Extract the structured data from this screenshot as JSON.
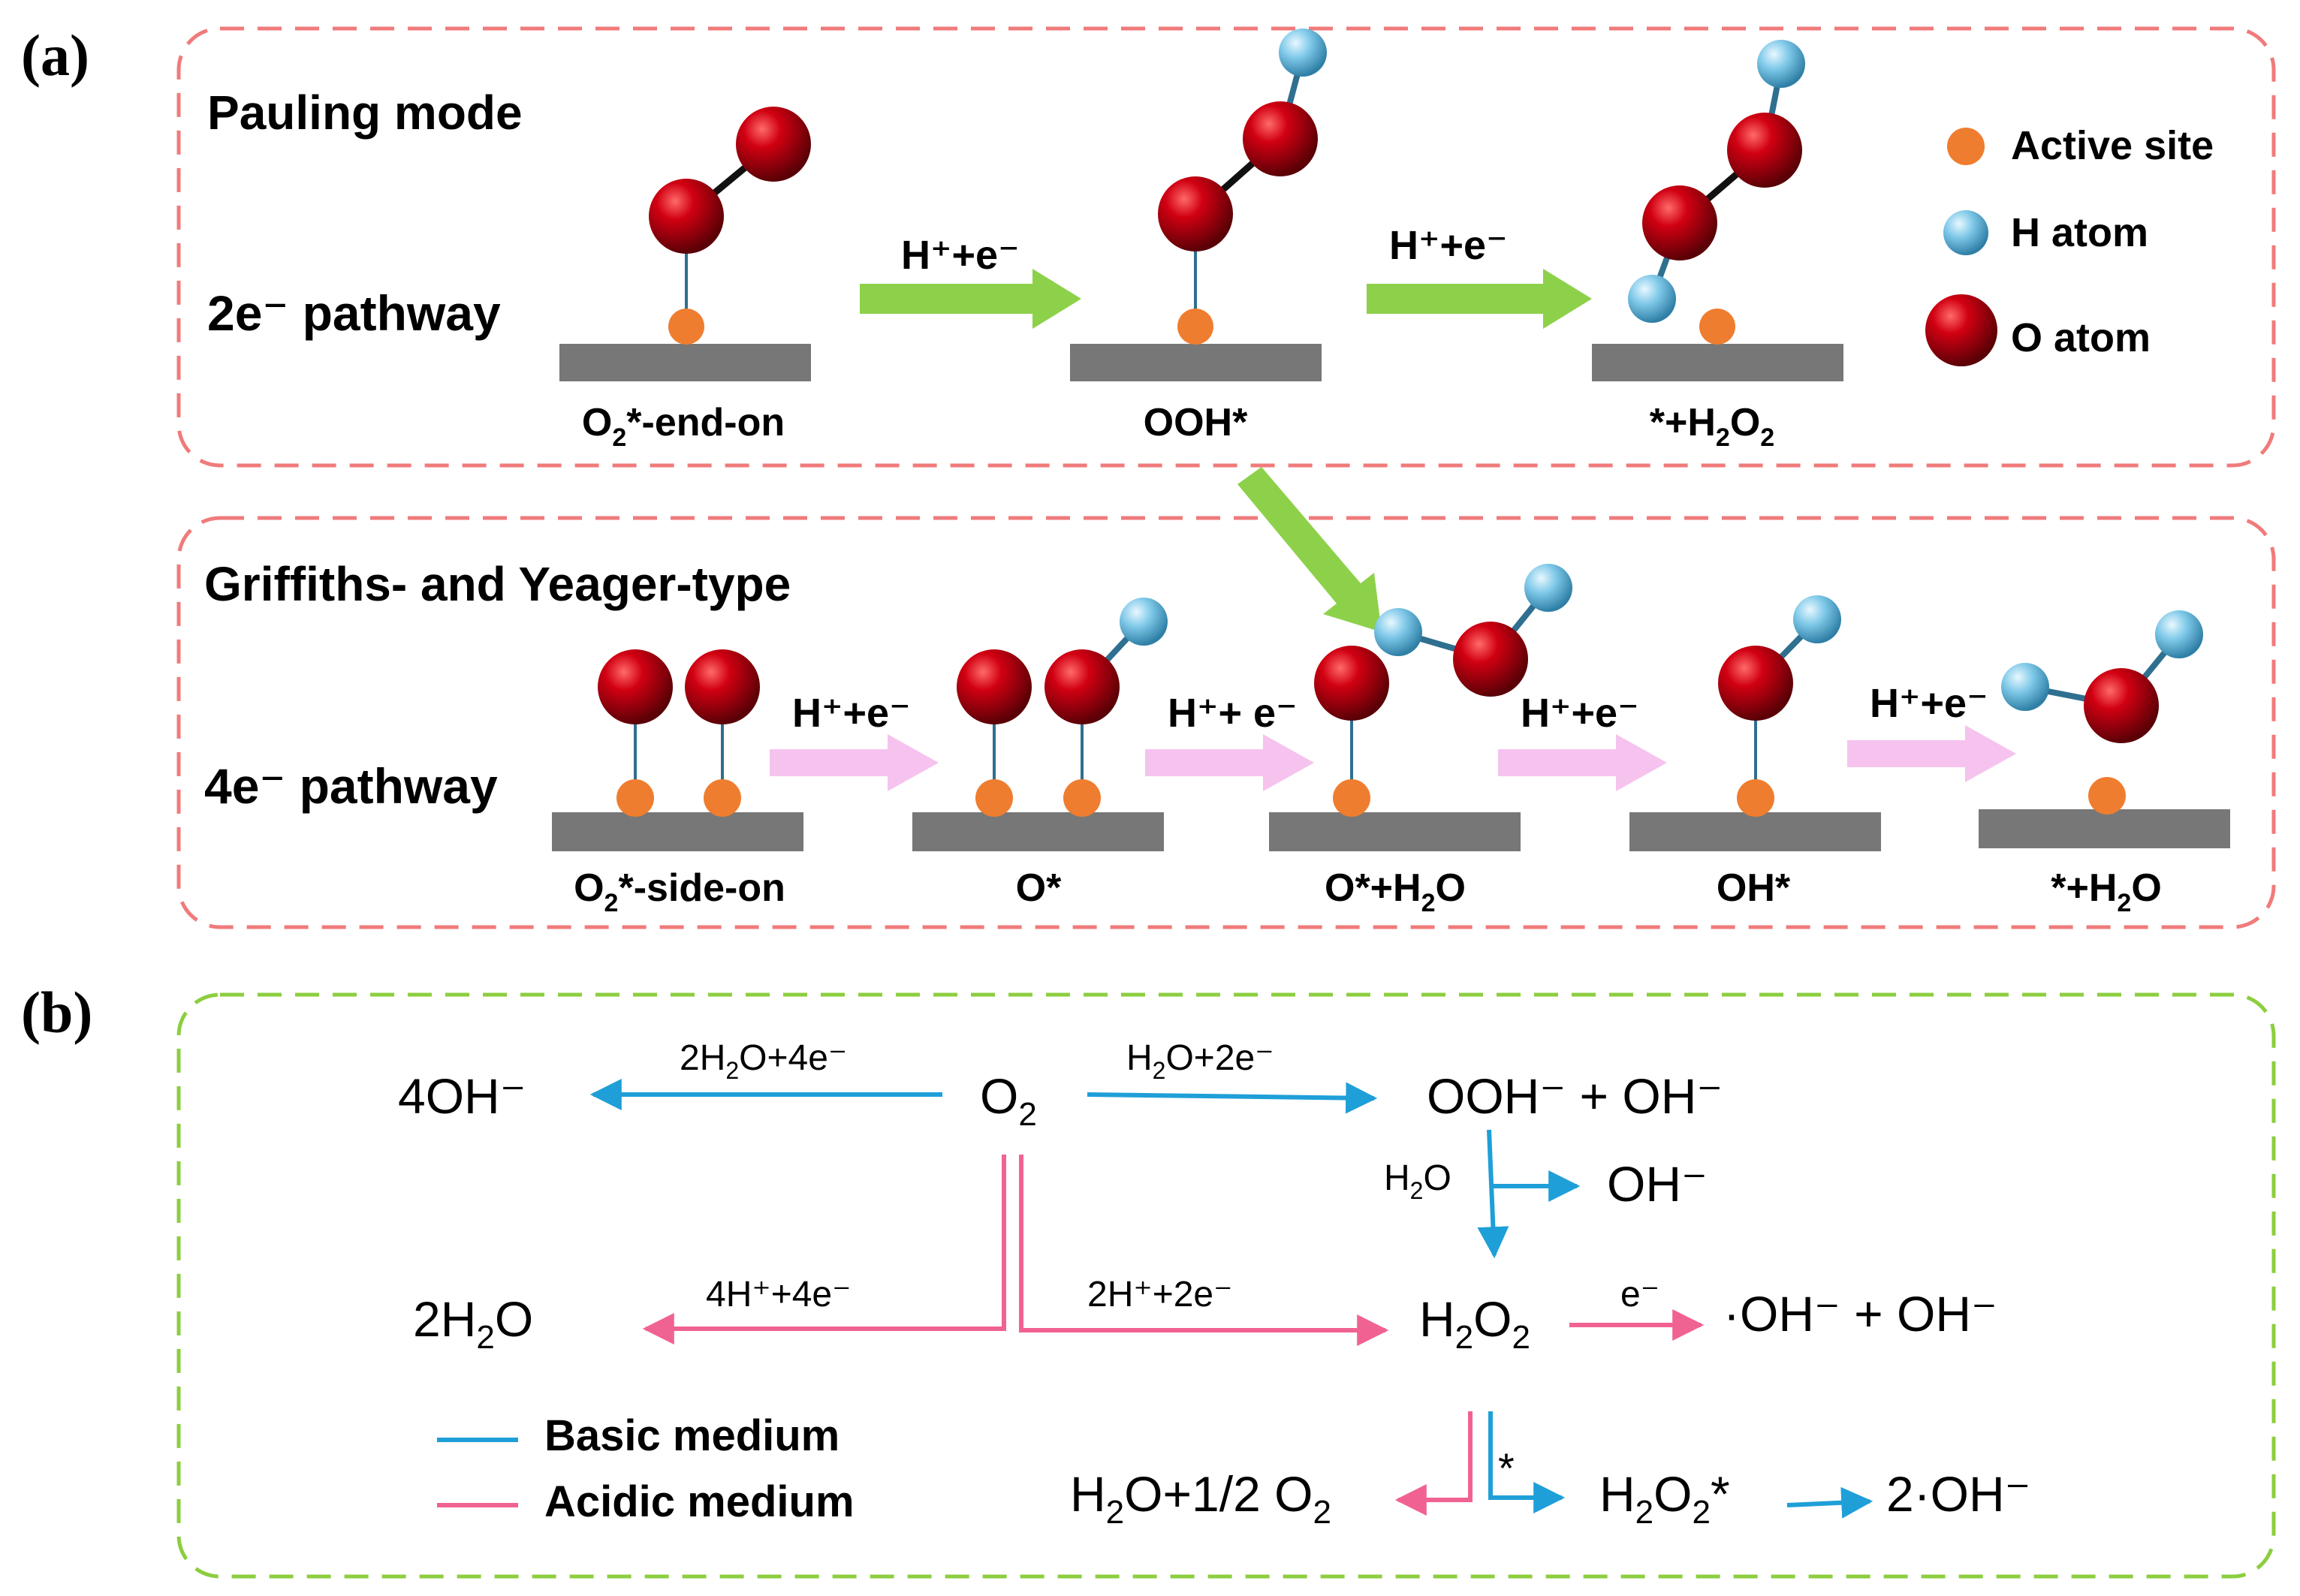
{
  "panel_a": {
    "label": "(a)",
    "top_box": {
      "title": "Pauling mode",
      "pathway": "2e⁻ pathway",
      "steps": [
        {
          "text": "O",
          "sub": "2",
          "rest": "*-end-on"
        },
        {
          "text": "OOH*"
        },
        {
          "text": "*+H",
          "sub": "2",
          "mid": "O",
          "sub2": "2"
        }
      ],
      "arrow_label": "H⁺+e⁻"
    },
    "legend": {
      "active_site": "Active site",
      "h_atom": "H atom",
      "o_atom": "O atom"
    },
    "bottom_box": {
      "title": "Griffiths- and Yeager-type",
      "pathway": "4e⁻ pathway",
      "steps": [
        {
          "text": "O",
          "sub": "2",
          "rest": "*-side-on"
        },
        {
          "text": "O*"
        },
        {
          "text": "O*+H",
          "sub": "2",
          "rest": "O"
        },
        {
          "text": "OH*"
        },
        {
          "text": "*+H",
          "sub": "2",
          "rest": "O"
        }
      ],
      "arrow_labels": [
        "H⁺+e⁻",
        "H⁺+ e⁻",
        "H⁺+e⁻",
        "H⁺+e⁻"
      ]
    }
  },
  "panel_b": {
    "label": "(b)",
    "species": {
      "o2": "O2",
      "four_oh": "4OH⁻",
      "ooh_oh": "OOH⁻ + OH⁻",
      "oh_side": "OH⁻",
      "two_h2o": "2H2O",
      "h2o2": "H2O2",
      "radical_oh": "·OH⁻ + OH⁻",
      "h2o_half_o2": "H2O+1/2 O2",
      "h2o2_star": "H2O2*",
      "two_radical_oh": "2·OH⁻"
    },
    "arrow_labels": {
      "basic_4e": "2H2O+4e⁻",
      "basic_2e": "H2O+2e⁻",
      "h2o": "H2O",
      "acid_4e": "4H⁺+4e⁻",
      "acid_2e": "2H⁺+2e⁻",
      "electron": "e⁻",
      "star": "*"
    },
    "legend": {
      "basic": "Basic medium",
      "acidic": "Acidic medium"
    }
  },
  "colors": {
    "top_border": "#f07b7b",
    "bottom_border": "#8cce3f",
    "green_arrow": "#8dd14a",
    "pink_arrow": "#f5c3ee",
    "basic_blue": "#1f9fd8",
    "acidic_pink": "#f06292",
    "o_atom": "#b5000d",
    "h_atom": "#7ec8e8",
    "active_site": "#ef7d2f",
    "substrate": "#777777"
  }
}
